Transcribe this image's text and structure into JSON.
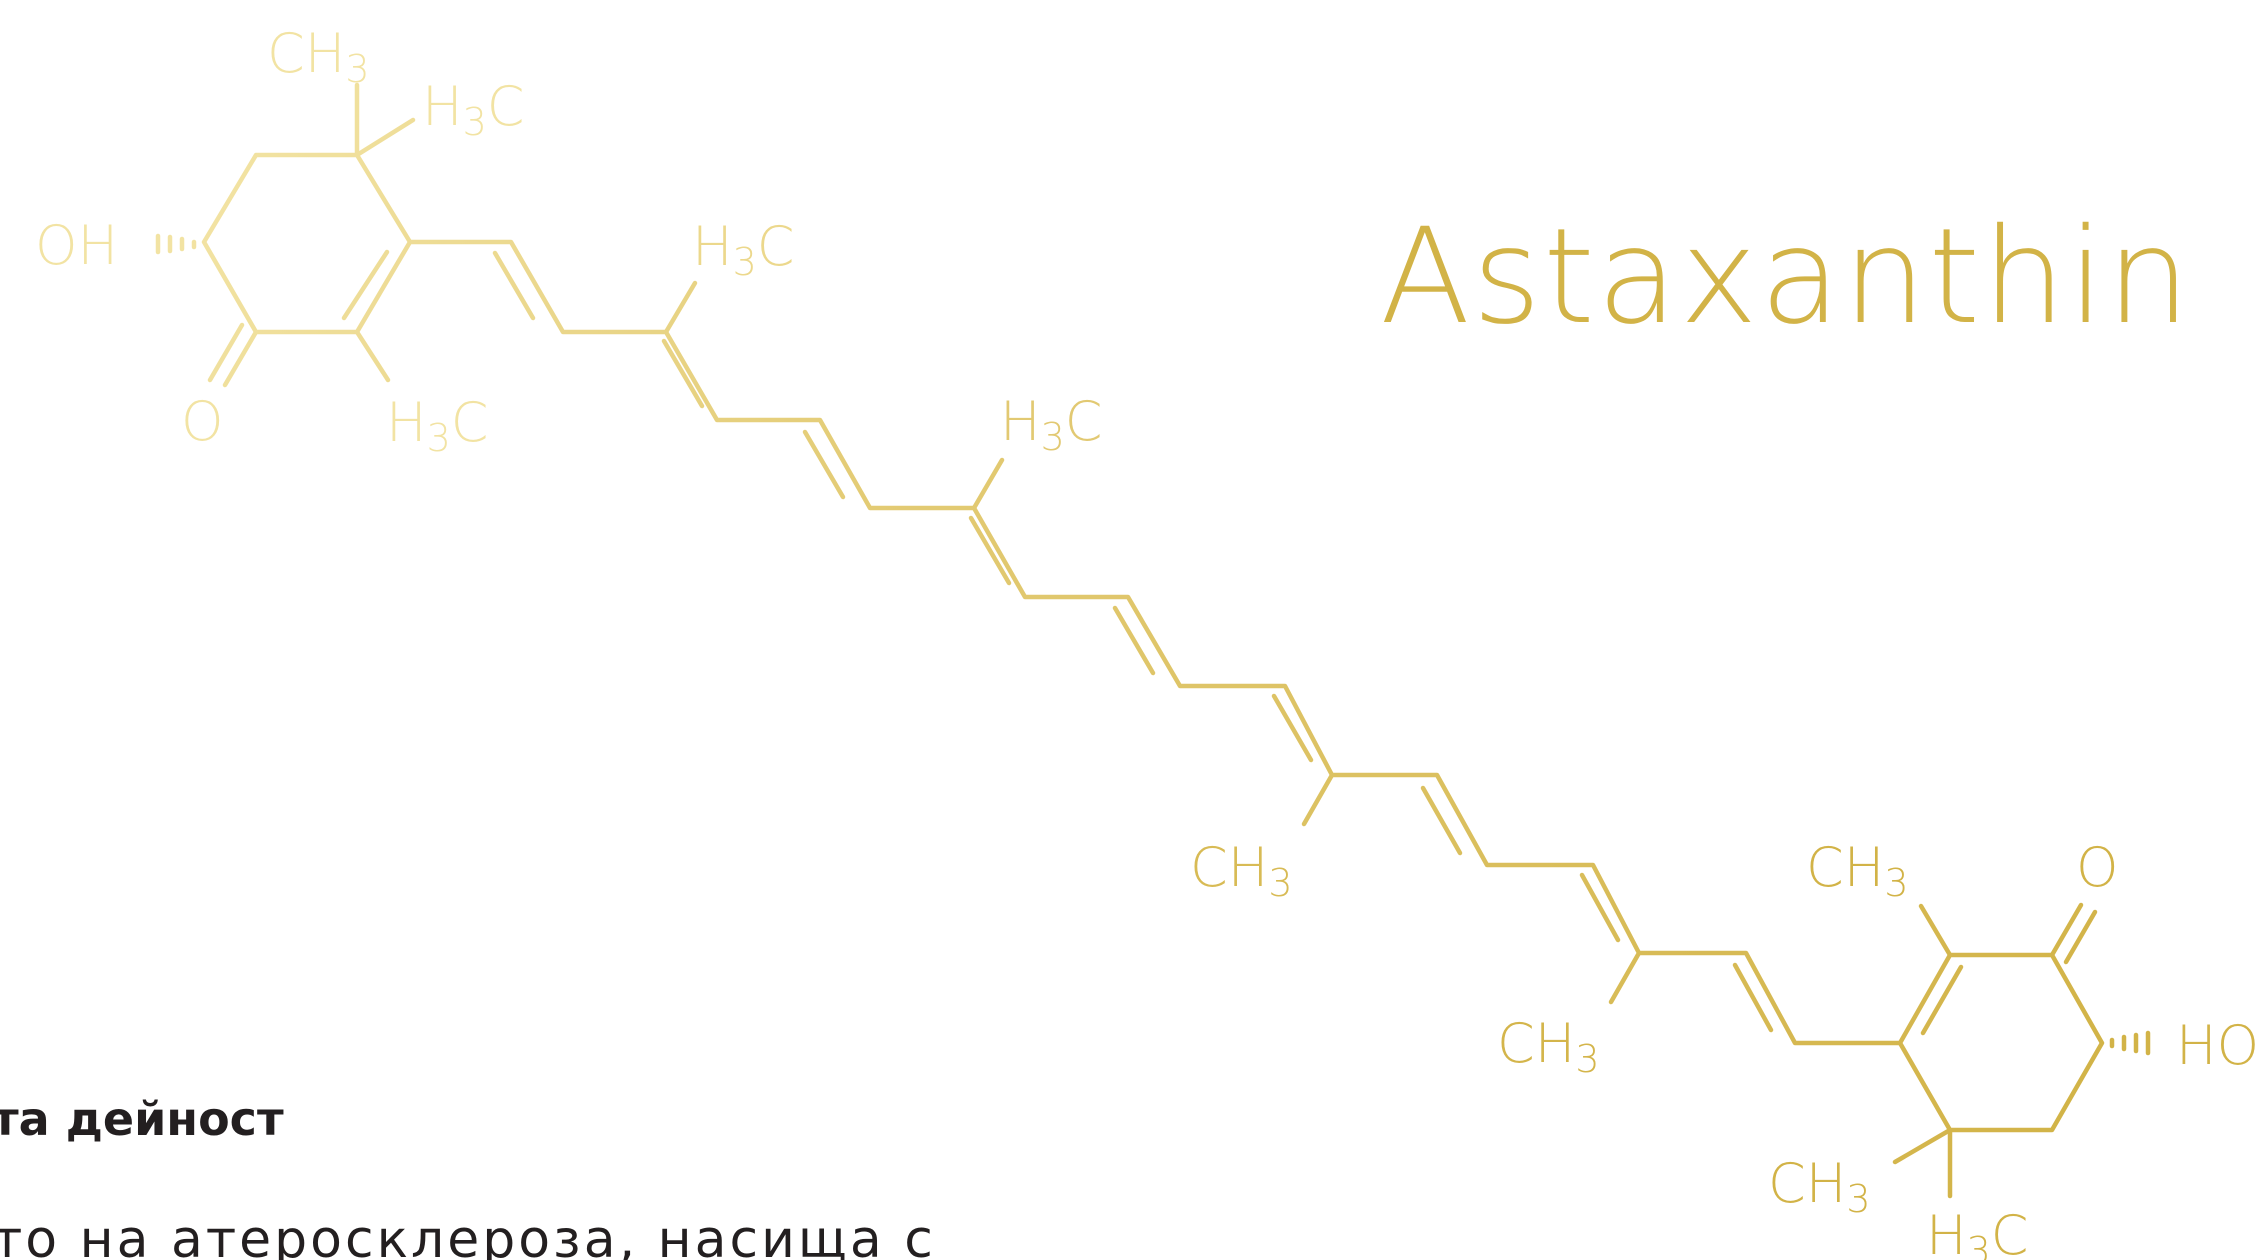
{
  "title": "Astaxanthin",
  "text": {
    "heading": "та дейност",
    "body": "то на атеросклероза, насища с"
  },
  "colors": {
    "light": "#f2e3a3",
    "dark": "#d2b347",
    "text": "#231f20"
  },
  "labels": {
    "ch3": "CH",
    "h3c_h": "H",
    "h3c_c": "C",
    "sub3": "3",
    "oh": "OH",
    "ho": "HO",
    "o": "O"
  }
}
